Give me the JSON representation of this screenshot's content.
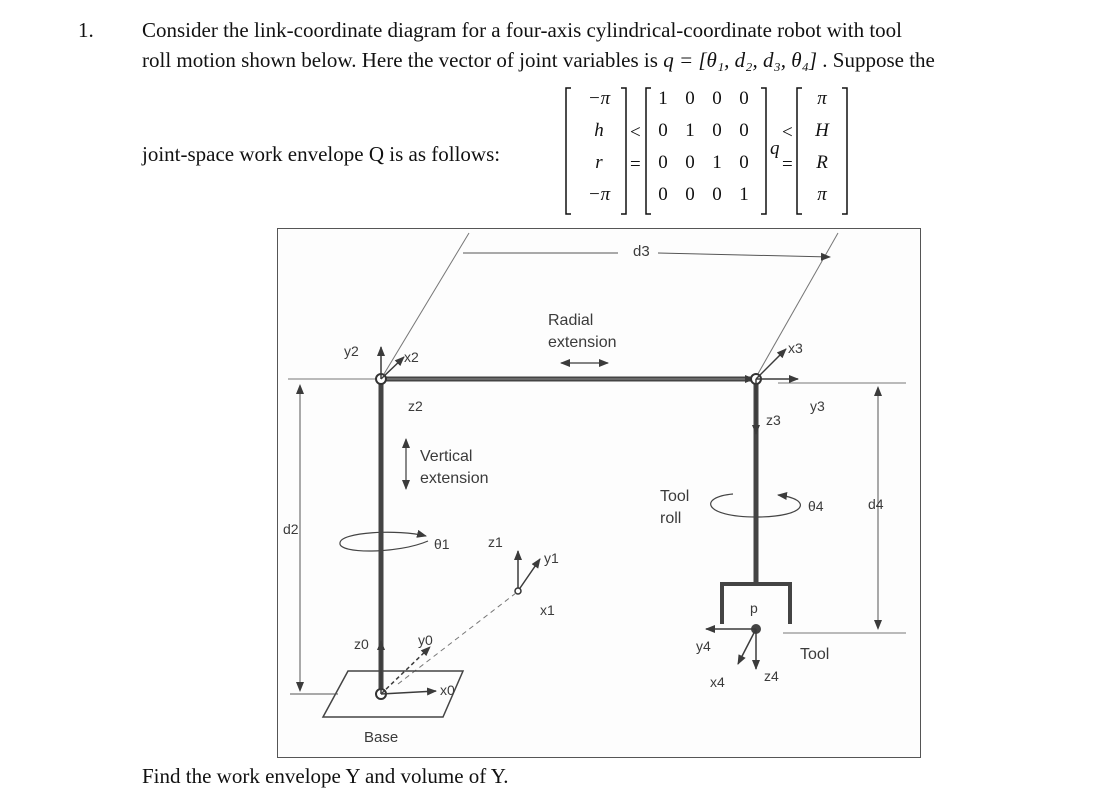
{
  "question": {
    "number": "1.",
    "line1": "Consider the link-coordinate diagram for a four-axis cylindrical-coordinate robot with tool",
    "line2_prefix": "roll motion shown below. Here the vector of joint variables is ",
    "line2_math": "q = [θ₁, d₂, d₃, θ₄]",
    "line2_suffix": " . Suppose the",
    "envelope_label": "joint-space work envelope Q is as follows:",
    "footer": "Find the work envelope Y and volume of Y."
  },
  "envelope": {
    "lower_vector": [
      "−π",
      "h",
      "r",
      "−π"
    ],
    "matrix": [
      [
        "1",
        "0",
        "0",
        "0"
      ],
      [
        "0",
        "1",
        "0",
        "0"
      ],
      [
        "0",
        "0",
        "1",
        "0"
      ],
      [
        "0",
        "0",
        "0",
        "1"
      ]
    ],
    "variable": "q",
    "upper_vector": [
      "π",
      "H",
      "R",
      "π"
    ],
    "relation1": "<",
    "relation2": "="
  },
  "diagram": {
    "labels": {
      "d3": "d3",
      "radial_1": "Radial",
      "radial_2": "extension",
      "vertical_1": "Vertical",
      "vertical_2": "extension",
      "tool_roll_1": "Tool",
      "tool_roll_2": "roll",
      "theta1": "θ1",
      "theta4": "θ4",
      "d2": "d2",
      "d4": "d4",
      "p": "p",
      "tool": "Tool",
      "base": "Base",
      "x0": "x0",
      "y0": "y0",
      "z0": "z0",
      "x1": "x1",
      "y1": "y1",
      "z1": "z1",
      "x2": "x2",
      "y2": "y2",
      "z2": "z2",
      "x3": "x3",
      "y3": "y3",
      "z3": "z3",
      "x4": "x4",
      "y4": "y4",
      "z4": "z4"
    }
  }
}
